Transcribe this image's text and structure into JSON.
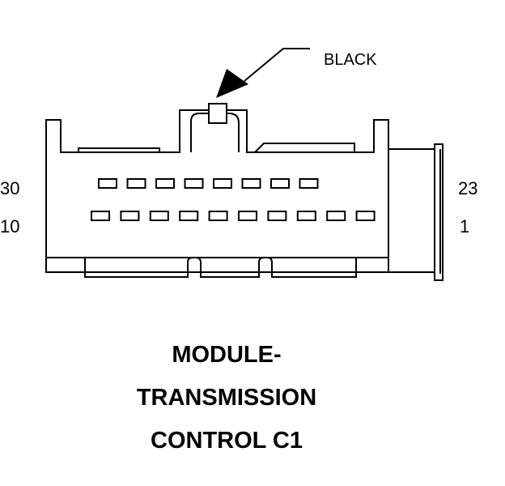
{
  "connector": {
    "color_label": "BLACK",
    "pin_labels": {
      "top_left": "30",
      "bottom_left": "10",
      "top_right": "23",
      "bottom_right": "1"
    },
    "title_lines": [
      "MODULE-",
      "TRANSMISSION",
      "CONTROL C1"
    ],
    "row_top_count": 8,
    "row_bottom_count": 10
  }
}
